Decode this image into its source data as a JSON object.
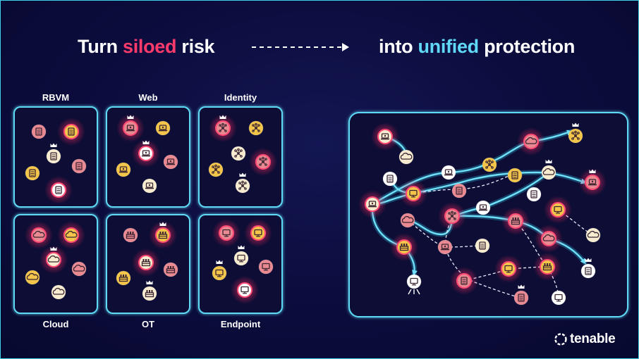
{
  "headline": {
    "left_prefix": "Turn ",
    "left_highlight": "siloed",
    "left_suffix": " risk",
    "right_prefix": "into ",
    "right_highlight": "unified",
    "right_suffix": " protection"
  },
  "silos": [
    {
      "label": "RBVM",
      "icon": "server-icon"
    },
    {
      "label": "Web",
      "icon": "laptop-icon"
    },
    {
      "label": "Identity",
      "icon": "identity-network-icon"
    },
    {
      "label": "Cloud",
      "icon": "cloud-icon"
    },
    {
      "label": "OT",
      "icon": "ot-factory-icon"
    },
    {
      "label": "Endpoint",
      "icon": "monitor-icon"
    }
  ],
  "brand": {
    "name": "tenable"
  },
  "colors": {
    "background": "#0b0c3c",
    "box_border": "#5fd9f5",
    "risk_red": "#ff3b6b",
    "unified_cyan": "#5fd9f5",
    "node_pink": "#e98a93",
    "node_yellow": "#f3c54a",
    "node_cream": "#f7ecd0",
    "node_white": "#ffffff"
  }
}
